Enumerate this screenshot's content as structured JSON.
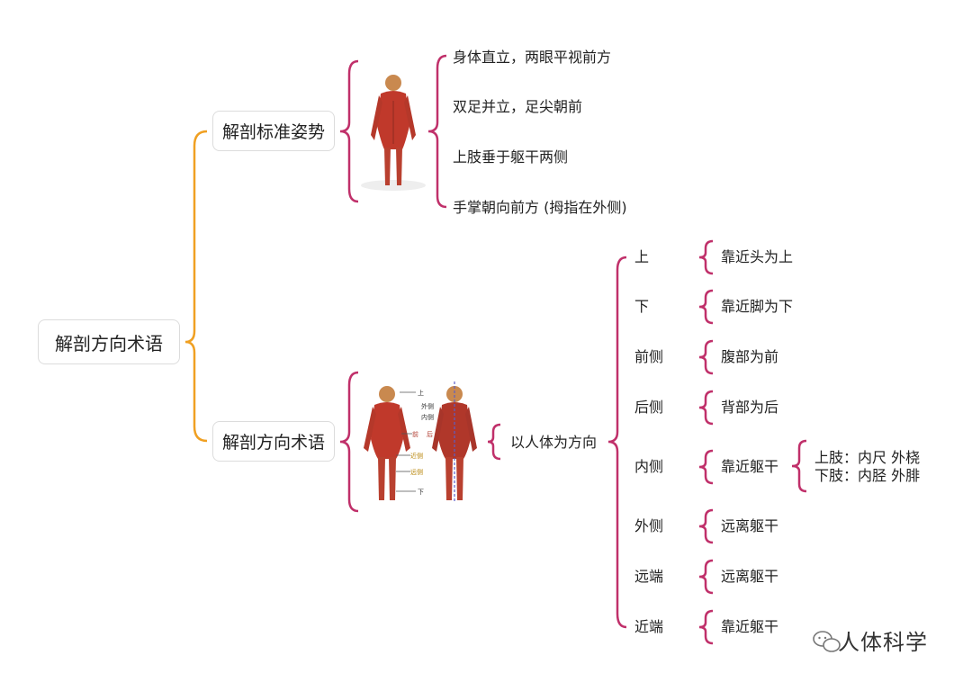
{
  "colors": {
    "orange": "#F0A022",
    "crimson": "#C0306A",
    "accent": "#5B5FC7"
  },
  "root": {
    "label": "解剖方向术语"
  },
  "branch_posture": {
    "label": "解剖标准姿势",
    "items": [
      "身体直立，两眼平视前方",
      "双足并立，足尖朝前",
      "上肢垂于躯干两侧",
      "手掌朝向前方 (拇指在外侧)"
    ]
  },
  "branch_terms": {
    "label": "解剖方向术语",
    "figure_labels": [
      "上",
      "外侧",
      "内侧",
      "前",
      "后",
      "近侧",
      "远侧",
      "下"
    ],
    "basis": "以人体为方向",
    "terms": [
      {
        "term": "上",
        "desc": "靠近头为上"
      },
      {
        "term": "下",
        "desc": "靠近脚为下"
      },
      {
        "term": "前侧",
        "desc": "腹部为前"
      },
      {
        "term": "后侧",
        "desc": "背部为后"
      },
      {
        "term": "内侧",
        "desc": "靠近躯干"
      },
      {
        "term": "外侧",
        "desc": "远离躯干"
      },
      {
        "term": "远端",
        "desc": "远离躯干"
      },
      {
        "term": "近端",
        "desc": "靠近躯干"
      }
    ],
    "medial_detail": [
      "上肢：内尺 外桡",
      "下肢：内胫 外腓"
    ]
  },
  "watermark": {
    "icon": "wechat-icon",
    "text": "人体科学"
  }
}
